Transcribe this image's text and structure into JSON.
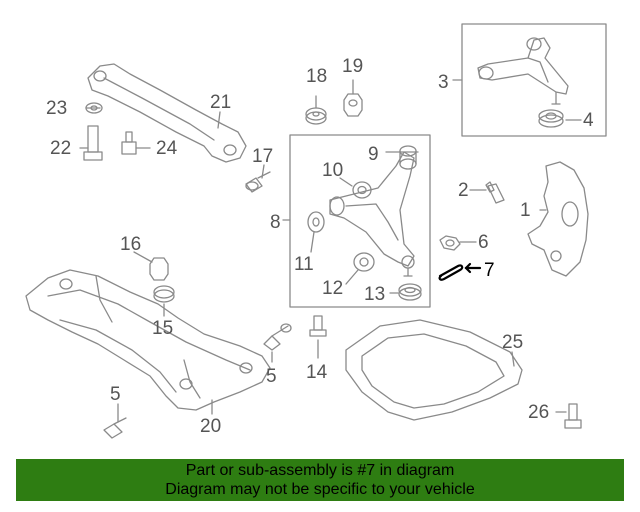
{
  "callouts": [
    {
      "id": "c1",
      "label": "1"
    },
    {
      "id": "c2",
      "label": "2"
    },
    {
      "id": "c3",
      "label": "3"
    },
    {
      "id": "c4",
      "label": "4"
    },
    {
      "id": "c5a",
      "label": "5"
    },
    {
      "id": "c5b",
      "label": "5"
    },
    {
      "id": "c6",
      "label": "6"
    },
    {
      "id": "c7",
      "label": "7"
    },
    {
      "id": "c8",
      "label": "8"
    },
    {
      "id": "c9",
      "label": "9"
    },
    {
      "id": "c10",
      "label": "10"
    },
    {
      "id": "c11",
      "label": "11"
    },
    {
      "id": "c12",
      "label": "12"
    },
    {
      "id": "c13",
      "label": "13"
    },
    {
      "id": "c14",
      "label": "14"
    },
    {
      "id": "c15",
      "label": "15"
    },
    {
      "id": "c16",
      "label": "16"
    },
    {
      "id": "c17",
      "label": "17"
    },
    {
      "id": "c18",
      "label": "18"
    },
    {
      "id": "c19",
      "label": "19"
    },
    {
      "id": "c20",
      "label": "20"
    },
    {
      "id": "c21",
      "label": "21"
    },
    {
      "id": "c22",
      "label": "22"
    },
    {
      "id": "c23",
      "label": "23"
    },
    {
      "id": "c24",
      "label": "24"
    },
    {
      "id": "c25",
      "label": "25"
    },
    {
      "id": "c26",
      "label": "26"
    }
  ],
  "highlight_part": "7",
  "colors": {
    "banner_bg": "#2e7d12",
    "line": "#8a8a8a",
    "highlight": "#000000"
  },
  "banner": {
    "line1": "Part or sub-assembly is #7 in diagram",
    "line2": "Diagram may not be specific to your vehicle"
  }
}
